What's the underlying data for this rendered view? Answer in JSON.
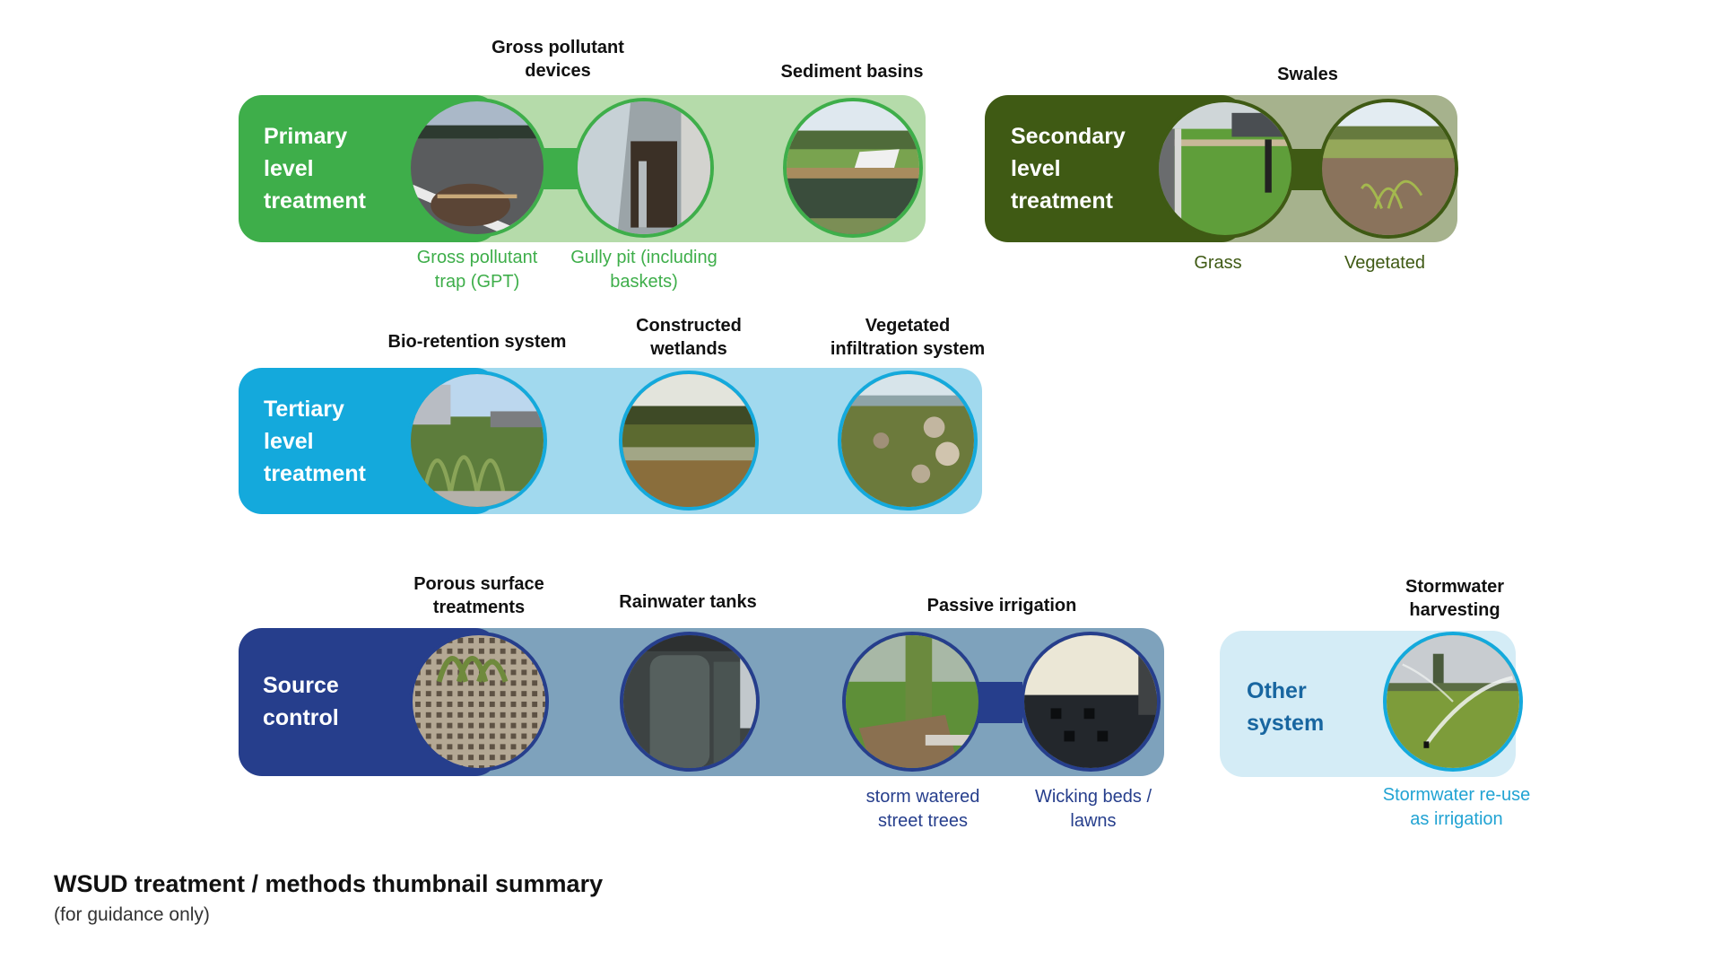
{
  "title": "WSUD treatment / methods thumbnail summary",
  "subtitle": "(for guidance only)",
  "colors": {
    "primary_dark": "#3eae4a",
    "primary_light": "#b5dbaa",
    "secondary_dark": "#3f5a14",
    "secondary_light": "#a6b28d",
    "tertiary_dark": "#14a9dc",
    "tertiary_light": "#a1d9ee",
    "source_dark": "#263e8c",
    "source_light": "#7ea2bc",
    "other_bg": "#d4ecf6",
    "other_text": "#1866a0"
  },
  "groups": {
    "primary": {
      "title_lines": [
        "Primary",
        "level",
        "treatment"
      ],
      "headings": [
        "Gross pollutant\ndevices",
        "Sediment basins"
      ],
      "items": [
        {
          "photo": "gross-pollutant-trap-photo",
          "caption": "Gross pollutant\ntrap (GPT)"
        },
        {
          "photo": "gully-pit-photo",
          "caption": "Gully pit (including\nbaskets)"
        },
        {
          "photo": "sediment-basin-photo",
          "caption": ""
        }
      ]
    },
    "secondary": {
      "title_lines": [
        "Secondary",
        "level",
        "treatment"
      ],
      "headings": [
        "Swales"
      ],
      "items": [
        {
          "photo": "grass-swale-photo",
          "caption": "Grass"
        },
        {
          "photo": "vegetated-swale-photo",
          "caption": "Vegetated"
        }
      ]
    },
    "tertiary": {
      "title_lines": [
        "Tertiary",
        "level",
        "treatment"
      ],
      "headings": [
        "Bio-retention system",
        "Constructed\nwetlands",
        "Vegetated\ninfiltration system"
      ],
      "items": [
        {
          "photo": "bio-retention-photo",
          "caption": ""
        },
        {
          "photo": "constructed-wetland-photo",
          "caption": ""
        },
        {
          "photo": "vegetated-infiltration-photo",
          "caption": ""
        }
      ]
    },
    "source": {
      "title_lines": [
        "Source",
        "control"
      ],
      "headings": [
        "Porous surface\ntreatments",
        "Rainwater tanks",
        "Passive irrigation"
      ],
      "items": [
        {
          "photo": "porous-pavement-photo",
          "caption": ""
        },
        {
          "photo": "rainwater-tank-photo",
          "caption": ""
        },
        {
          "photo": "street-tree-photo",
          "caption": "storm watered\nstreet trees"
        },
        {
          "photo": "wicking-bed-photo",
          "caption": "Wicking beds /\nlawns"
        }
      ]
    },
    "other": {
      "title_lines": [
        "Other",
        "system"
      ],
      "headings": [
        "Stormwater\nharvesting"
      ],
      "items": [
        {
          "photo": "sprinkler-irrigation-photo",
          "caption": "Stormwater re-use\nas irrigation"
        }
      ]
    }
  }
}
